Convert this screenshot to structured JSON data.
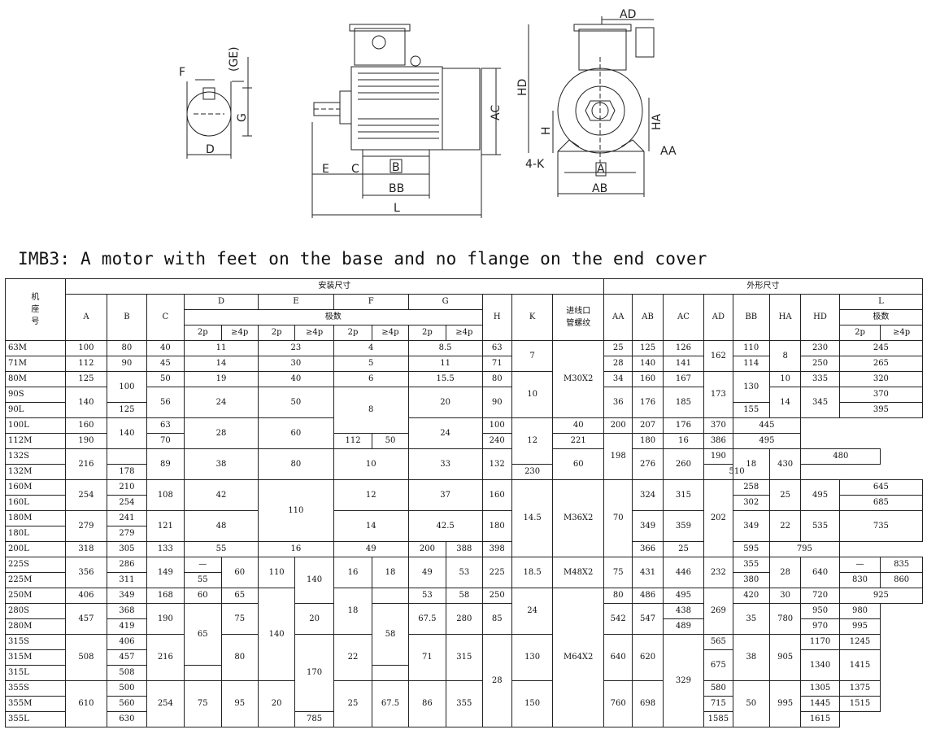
{
  "heading": "IMB3: A motor with feet on the base and no flange on the end cover",
  "drawing": {
    "shaft_labels": {
      "f": "F",
      "ge": "(GE)",
      "g": "G",
      "d": "D"
    },
    "side_labels": {
      "ac": "AC",
      "e": "E",
      "c": "C",
      "b": "B",
      "bb": "BB",
      "l": "L"
    },
    "front_labels": {
      "ad": "AD",
      "hd": "HD",
      "h": "H",
      "ha": "HA",
      "aa": "AA",
      "k": "4-K",
      "a": "A",
      "ab": "AB"
    }
  },
  "table": {
    "headers": {
      "frame": "机\n座\n号",
      "install": "安装尺寸",
      "outline": "外形尺寸",
      "poles": "极数",
      "pole_2": "2p",
      "pole_4": "≥4p",
      "A": "A",
      "B": "B",
      "C": "C",
      "D": "D",
      "E": "E",
      "F": "F",
      "G": "G",
      "H": "H",
      "K": "K",
      "thread": "进线口\n管螺纹",
      "AA": "AA",
      "AB": "AB",
      "AC": "AC",
      "AD": "AD",
      "BB": "BB",
      "HA": "HA",
      "HD": "HD",
      "L": "L"
    },
    "rows": [
      [
        "63M",
        {
          "t": "100"
        },
        {
          "t": "80"
        },
        {
          "t": "40"
        },
        {
          "t": "11",
          "c": 2
        },
        {
          "t": "23",
          "c": 2
        },
        {
          "t": "4",
          "c": 2
        },
        {
          "t": "8.5",
          "c": 2
        },
        {
          "t": "63"
        },
        {
          "t": "7",
          "r": 2
        },
        {
          "t": "M30X2",
          "r": 5
        },
        {
          "t": "25"
        },
        {
          "t": "125"
        },
        {
          "t": "126"
        },
        {
          "t": "162",
          "r": 2
        },
        {
          "t": "110"
        },
        {
          "t": "8",
          "r": 2
        },
        {
          "t": "230"
        },
        {
          "t": "245",
          "c": 2
        }
      ],
      [
        "71M",
        {
          "t": "112"
        },
        {
          "t": "90"
        },
        {
          "t": "45"
        },
        {
          "t": "14",
          "c": 2
        },
        {
          "t": "30",
          "c": 2
        },
        {
          "t": "5",
          "c": 2
        },
        {
          "t": "11",
          "c": 2
        },
        {
          "t": "71"
        },
        {
          "t": "28"
        },
        {
          "t": "140"
        },
        {
          "t": "141"
        },
        {
          "t": "114"
        },
        {
          "t": "250"
        },
        {
          "t": "265",
          "c": 2
        }
      ],
      [
        "80M",
        {
          "t": "125"
        },
        {
          "t": "100",
          "r": 2
        },
        {
          "t": "50"
        },
        {
          "t": "19",
          "c": 2
        },
        {
          "t": "40",
          "c": 2
        },
        {
          "t": "6",
          "c": 2
        },
        {
          "t": "15.5",
          "c": 2
        },
        {
          "t": "80"
        },
        {
          "t": "10",
          "r": 3
        },
        {
          "t": "34"
        },
        {
          "t": "160"
        },
        {
          "t": "167"
        },
        {
          "t": "173",
          "r": 3
        },
        {
          "t": "130",
          "r": 2
        },
        {
          "t": "10"
        },
        {
          "t": "335"
        },
        {
          "t": "320",
          "c": 2
        }
      ],
      [
        "90S",
        {
          "t": "140",
          "r": 2
        },
        {
          "t": "56",
          "r": 2
        },
        {
          "t": "24",
          "c": 2,
          "r": 2
        },
        {
          "t": "50",
          "c": 2,
          "r": 2
        },
        {
          "t": "8",
          "c": 2,
          "r": 3
        },
        {
          "t": "20",
          "c": 2,
          "r": 2
        },
        {
          "t": "90",
          "r": 2
        },
        {
          "t": "36",
          "r": 2
        },
        {
          "t": "176",
          "r": 2
        },
        {
          "t": "185",
          "r": 2
        },
        {
          "t": "14",
          "r": 2
        },
        {
          "t": "345",
          "r": 2
        },
        {
          "t": "370",
          "c": 2
        }
      ],
      [
        "90L",
        {
          "t": "125"
        },
        {
          "t": "155"
        },
        {
          "t": "395",
          "c": 2
        }
      ],
      [
        "100L",
        {
          "t": "160"
        },
        {
          "t": "140",
          "r": 2
        },
        {
          "t": "63"
        },
        {
          "t": "28",
          "c": 2,
          "r": 2
        },
        {
          "t": "60",
          "c": 2,
          "r": 2
        },
        {
          "t": "24",
          "c": 2,
          "r": 2
        },
        {
          "t": "100"
        },
        {
          "t": "12",
          "r": 3
        },
        {
          "t": "40"
        },
        {
          "t": "200"
        },
        {
          "t": "207"
        },
        {
          "t": "176"
        },
        {
          "t": "370"
        },
        {
          "t": "445",
          "c": 2
        }
      ],
      [
        "112M",
        {
          "t": "190"
        },
        {
          "t": "70"
        },
        {
          "t": "112"
        },
        {
          "t": "50"
        },
        {
          "t": "240"
        },
        {
          "t": "221"
        },
        {
          "t": "198",
          "r": 3
        },
        {
          "t": "180"
        },
        {
          "t": "16"
        },
        {
          "t": "386"
        },
        {
          "t": "495",
          "c": 2
        }
      ],
      [
        "132S",
        {
          "t": "216",
          "r": 2
        },
        {
          "t": "",
          "r": 1
        },
        {
          "t": "89",
          "r": 2
        },
        {
          "t": "38",
          "c": 2,
          "r": 2
        },
        {
          "t": "80",
          "c": 2,
          "r": 2
        },
        {
          "t": "10",
          "c": 2,
          "r": 2
        },
        {
          "t": "33",
          "c": 2,
          "r": 2
        },
        {
          "t": "132",
          "r": 2
        },
        {
          "t": "60",
          "r": 2
        },
        {
          "t": "276",
          "r": 2
        },
        {
          "t": "260",
          "r": 2
        },
        {
          "t": "190"
        },
        {
          "t": "18",
          "r": 2
        },
        {
          "t": "430",
          "r": 2
        },
        {
          "t": "480",
          "c": 2
        }
      ],
      [
        "132M",
        {
          "t": "178"
        },
        {
          "t": "230"
        },
        {
          "t": "510",
          "c": 2
        }
      ],
      [
        "160M",
        {
          "t": "254",
          "r": 2
        },
        {
          "t": "210"
        },
        {
          "t": "108",
          "r": 2
        },
        {
          "t": "42",
          "c": 2,
          "r": 2
        },
        {
          "t": "110",
          "c": 2,
          "r": 4
        },
        {
          "t": "12",
          "c": 2,
          "r": 2
        },
        {
          "t": "37",
          "c": 2,
          "r": 2
        },
        {
          "t": "160",
          "r": 2
        },
        {
          "t": "14.5",
          "r": 5
        },
        {
          "t": "M36X2",
          "r": 5
        },
        {
          "t": "70",
          "r": 5
        },
        {
          "t": "324",
          "r": 2
        },
        {
          "t": "315",
          "r": 2
        },
        {
          "t": "202",
          "r": 5
        },
        {
          "t": "258"
        },
        {
          "t": "25",
          "r": 2
        },
        {
          "t": "495",
          "r": 2
        },
        {
          "t": "645",
          "c": 2
        }
      ],
      [
        "160L",
        {
          "t": "254"
        },
        {
          "t": "302"
        },
        {
          "t": "685",
          "c": 2
        }
      ],
      [
        "180M",
        {
          "t": "279",
          "r": 2
        },
        {
          "t": "241"
        },
        {
          "t": "121",
          "r": 2
        },
        {
          "t": "48",
          "c": 2,
          "r": 2
        },
        {
          "t": "14",
          "c": 2,
          "r": 2
        },
        {
          "t": "42.5",
          "c": 2,
          "r": 2
        },
        {
          "t": "180",
          "r": 2
        },
        {
          "t": "349",
          "r": 2
        },
        {
          "t": "359",
          "r": 2
        },
        {
          "t": "349",
          "r": 2
        },
        {
          "t": "22",
          "r": 2
        },
        {
          "t": "535",
          "r": 2
        },
        {
          "t": "735",
          "c": 2,
          "r": 2
        }
      ],
      [
        "180L",
        {
          "t": "279"
        }
      ],
      [
        "200L",
        {
          "t": "318"
        },
        {
          "t": "305"
        },
        {
          "t": "133"
        },
        {
          "t": "55",
          "c": 2
        },
        {
          "t": "16",
          "c": 2
        },
        {
          "t": "49",
          "c": 2
        },
        {
          "t": "200"
        },
        {
          "t": "388"
        },
        {
          "t": "398"
        },
        {
          "t": "366"
        },
        {
          "t": "25"
        },
        {
          "t": "595"
        },
        {
          "t": "795",
          "c": 2
        }
      ]
    ],
    "rows2": [
      [
        "225S",
        {
          "t": "356",
          "r": 2
        },
        {
          "t": "286"
        },
        {
          "t": "149",
          "r": 2
        },
        {
          "t": "—"
        },
        {
          "t": "60",
          "r": 2
        },
        {
          "t": "110",
          "r": 2
        },
        {
          "t": "140",
          "r": 3
        },
        {
          "t": "16",
          "r": 2
        },
        {
          "t": "18",
          "r": 2
        },
        {
          "t": "49",
          "r": 2
        },
        {
          "t": "53",
          "r": 2
        },
        {
          "t": "225",
          "r": 2
        },
        {
          "t": "18.5",
          "r": 2
        },
        {
          "t": "M48X2",
          "r": 2
        },
        {
          "t": "75",
          "r": 2
        },
        {
          "t": "431",
          "r": 2
        },
        {
          "t": "446",
          "r": 2
        },
        {
          "t": "232",
          "r": 2
        },
        {
          "t": "355"
        },
        {
          "t": "28",
          "r": 2
        },
        {
          "t": "640",
          "r": 2
        },
        {
          "t": "—"
        },
        {
          "t": "835"
        }
      ],
      [
        "225M",
        {
          "t": "311"
        },
        {
          "t": "55"
        },
        {
          "t": "380"
        },
        {
          "t": "830"
        },
        {
          "t": "860"
        }
      ],
      [
        "250M",
        {
          "t": "406"
        },
        {
          "t": "349"
        },
        {
          "t": "168"
        },
        {
          "t": "60"
        },
        {
          "t": "65"
        },
        {
          "t": "140",
          "r": 6
        },
        {
          "t": "18",
          "r": 3
        },
        {
          "t": "",
          "r": 1
        },
        {
          "t": "53"
        },
        {
          "t": "58"
        },
        {
          "t": "250"
        },
        {
          "t": "24",
          "r": 3
        },
        {
          "t": "M64X2",
          "r": 9
        },
        {
          "t": "80"
        },
        {
          "t": "486"
        },
        {
          "t": "495"
        },
        {
          "t": "269",
          "r": 3
        },
        {
          "t": "420"
        },
        {
          "t": "30"
        },
        {
          "t": "720"
        },
        {
          "t": "925",
          "c": 2
        }
      ],
      [
        "280S",
        {
          "t": "457",
          "r": 2
        },
        {
          "t": "368"
        },
        {
          "t": "190",
          "r": 2
        },
        {
          "t": "65",
          "r": 4
        },
        {
          "t": "75",
          "r": 2
        },
        {
          "t": "20",
          "r": 2
        },
        {
          "t": "58",
          "r": 4
        },
        {
          "t": "67.5",
          "r": 2
        },
        {
          "t": "280",
          "r": 2
        },
        {
          "t": "85",
          "r": 2
        },
        {
          "t": "542",
          "r": 2
        },
        {
          "t": "547",
          "r": 2
        },
        {
          "t": "438"
        },
        {
          "t": "35",
          "r": 2
        },
        {
          "t": "780",
          "r": 2
        },
        {
          "t": "950"
        },
        {
          "t": "980"
        }
      ],
      [
        "280M",
        {
          "t": "419"
        },
        {
          "t": "489"
        },
        {
          "t": "970"
        },
        {
          "t": "995"
        }
      ],
      [
        "315S",
        {
          "t": "508",
          "r": 3
        },
        {
          "t": "406"
        },
        {
          "t": "216",
          "r": 3
        },
        {
          "t": "80",
          "r": 3
        },
        {
          "t": "170",
          "r": 5
        },
        {
          "t": "22",
          "r": 3
        },
        {
          "t": "71",
          "r": 3
        },
        {
          "t": "315",
          "r": 3
        },
        {
          "t": "28",
          "r": 6
        },
        {
          "t": "130",
          "r": 3
        },
        {
          "t": "640",
          "r": 3
        },
        {
          "t": "620",
          "r": 3
        },
        {
          "t": "329",
          "r": 6
        },
        {
          "t": "565"
        },
        {
          "t": "38",
          "r": 3
        },
        {
          "t": "905",
          "r": 3
        },
        {
          "t": "1170"
        },
        {
          "t": "1245"
        }
      ],
      [
        "315M",
        {
          "t": "457"
        },
        {
          "t": "675",
          "r": 2
        },
        {
          "t": "1340",
          "r": 2
        },
        {
          "t": "1415",
          "r": 2
        }
      ],
      [
        "315L",
        {
          "t": "508"
        }
      ],
      [
        "355S",
        {
          "t": "610",
          "r": 3
        },
        {
          "t": "500"
        },
        {
          "t": "254",
          "r": 3
        },
        {
          "t": "75",
          "r": 3
        },
        {
          "t": "95",
          "r": 3
        },
        {
          "t": "20",
          "r": 3
        },
        {
          "t": "25",
          "r": 3
        },
        {
          "t": "67.5",
          "r": 3
        },
        {
          "t": "86",
          "r": 3
        },
        {
          "t": "355",
          "r": 3
        },
        {
          "t": "150",
          "r": 3
        },
        {
          "t": "760",
          "r": 3
        },
        {
          "t": "698",
          "r": 3
        },
        {
          "t": "580"
        },
        {
          "t": "50",
          "r": 3
        },
        {
          "t": "995",
          "r": 3
        },
        {
          "t": "1305"
        },
        {
          "t": "1375"
        }
      ],
      [
        "355M",
        {
          "t": "560"
        },
        {
          "t": "715"
        },
        {
          "t": "1445"
        },
        {
          "t": "1515"
        }
      ],
      [
        "355L",
        {
          "t": "630"
        },
        {
          "t": "785"
        },
        {
          "t": "1585"
        },
        {
          "t": "1615"
        }
      ]
    ]
  }
}
